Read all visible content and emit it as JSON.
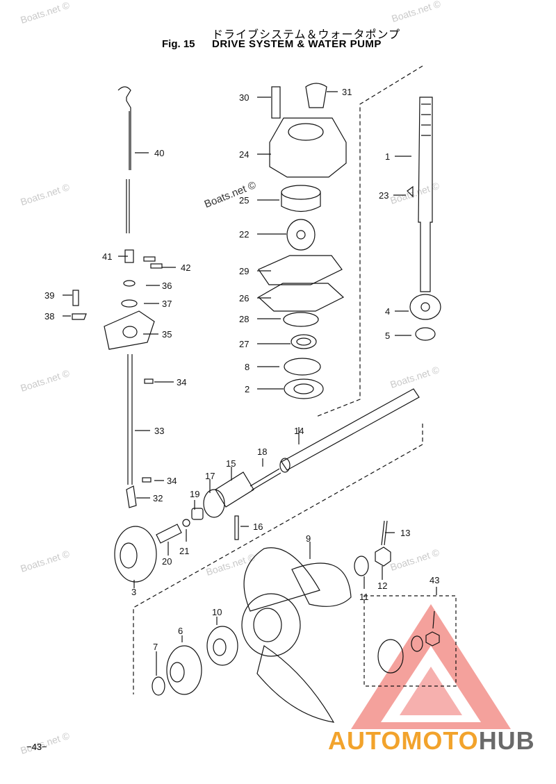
{
  "header": {
    "title_jp": "ドライブシステム＆ウォータポンプ",
    "fig_label": "Fig. 15",
    "title_en": "DRIVE SYSTEM & WATER PUMP"
  },
  "watermark": "Boats.net ©",
  "page_number": "−43−",
  "brand": {
    "part1": "AUTO",
    "part2": "MOTO",
    "part3": "HUB",
    "accent": "#f2a32c",
    "triangle": "#e8342c"
  },
  "callouts": [
    "30",
    "31",
    "24",
    "1",
    "40",
    "25",
    "23",
    "22",
    "41",
    "42",
    "29",
    "36",
    "39",
    "37",
    "26",
    "4",
    "38",
    "35",
    "28",
    "5",
    "27",
    "34",
    "8",
    "2",
    "33",
    "14",
    "18",
    "15",
    "17",
    "34",
    "19",
    "32",
    "16",
    "13",
    "21",
    "9",
    "20",
    "12",
    "11",
    "3",
    "43",
    "10",
    "6",
    "7"
  ]
}
